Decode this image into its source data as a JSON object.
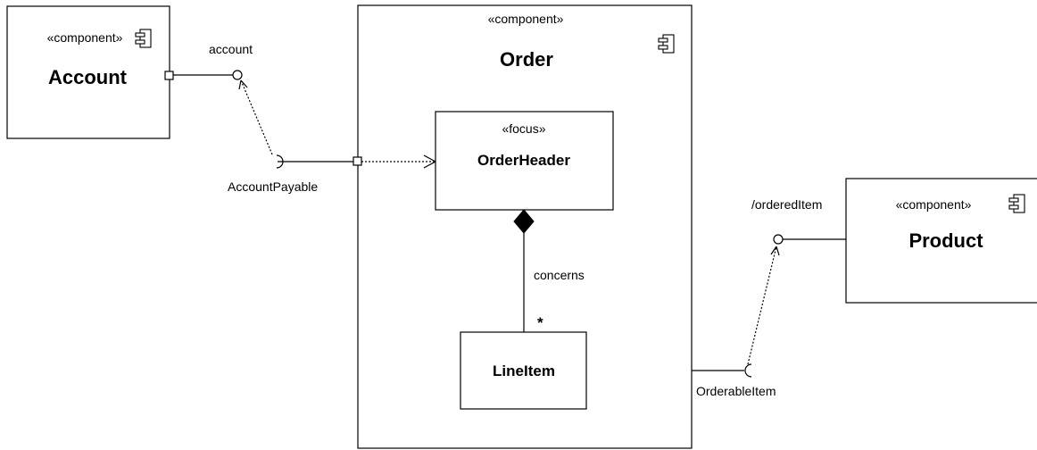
{
  "components": {
    "account": {
      "stereotype": "«component»",
      "name": "Account"
    },
    "order": {
      "stereotype": "«component»",
      "name": "Order"
    },
    "product": {
      "stereotype": "«component»",
      "name": "Product"
    }
  },
  "classes": {
    "order_header": {
      "stereotype": "«focus»",
      "name": "OrderHeader"
    },
    "line_item": {
      "name": "LineItem"
    }
  },
  "interfaces": {
    "account_provided": "account",
    "account_required": "AccountPayable",
    "product_provided": "/orderedItem",
    "product_required": "OrderableItem"
  },
  "association": {
    "role": "concerns",
    "multiplicity": "*"
  }
}
